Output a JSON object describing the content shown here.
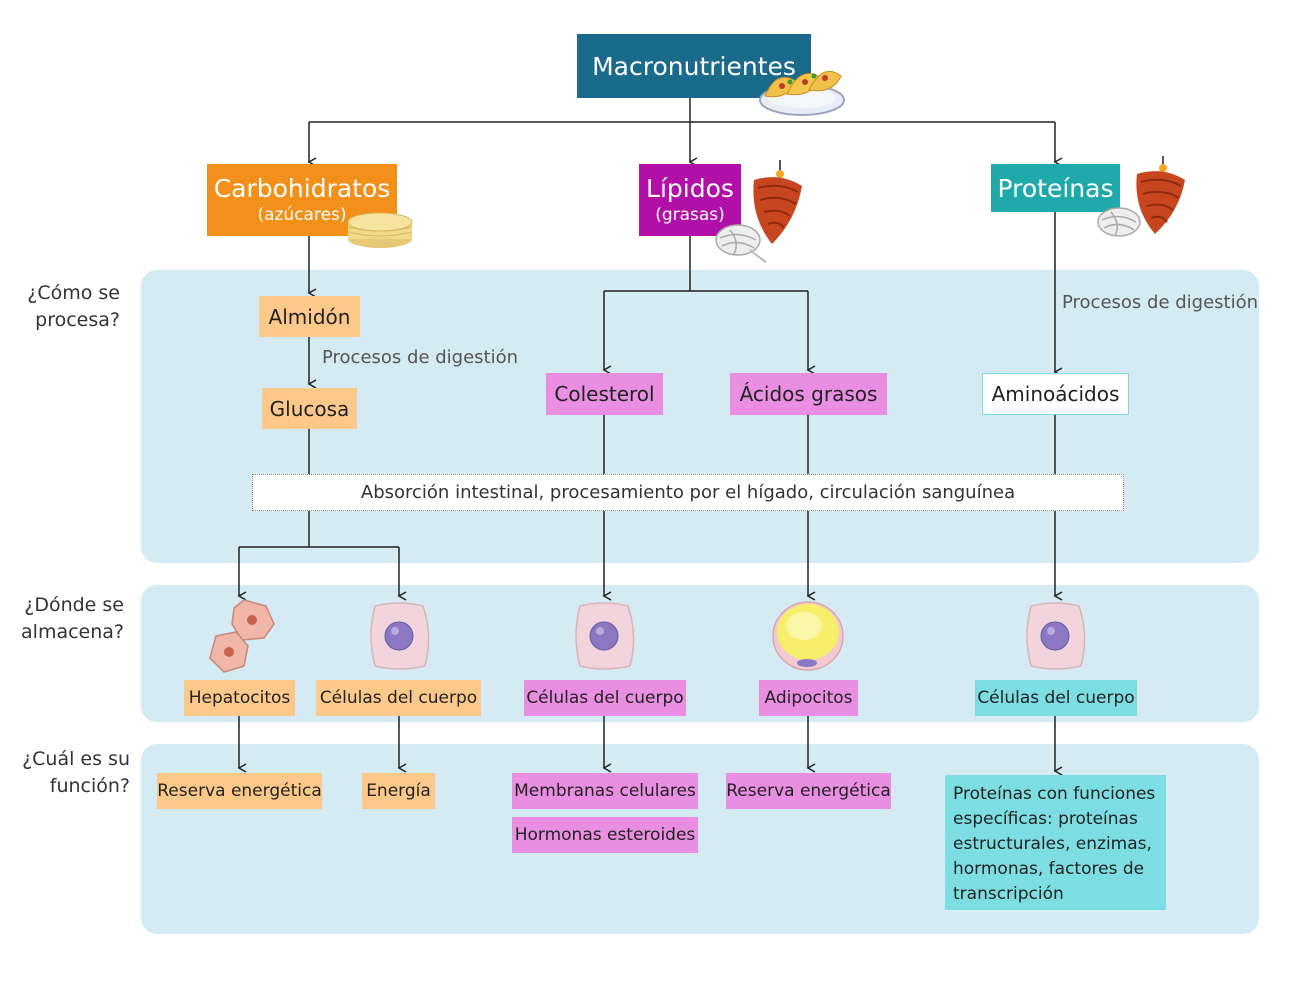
{
  "title": "Macronutrientes",
  "colors": {
    "title_bg": "#1a6a8c",
    "carb": "#f3901a",
    "lipid": "#b10fa8",
    "protein": "#1fa9ab",
    "orange_light": "#fcc98a",
    "pink_light": "#ea8ee2",
    "cyan_light": "#7cdde3",
    "band": "#d5ebf4"
  },
  "categories": [
    {
      "id": "carb",
      "label": "Carbohidratos",
      "sublabel": "(azúcares)",
      "icon": "tortillas-icon"
    },
    {
      "id": "lipid",
      "label": "Lípidos",
      "sublabel": "(grasas)",
      "icon": "meat-and-onion-icon"
    },
    {
      "id": "protein",
      "label": "Proteínas",
      "sublabel": "",
      "icon": "meat-and-onion-icon"
    }
  ],
  "questions": {
    "process": "¿Cómo se procesa?",
    "store": "¿Dónde se almacena?",
    "function": "¿Cuál es su función?"
  },
  "process": {
    "almidon": "Almidón",
    "digestion_carb": "Procesos de digestión",
    "glucosa": "Glucosa",
    "colesterol": "Colesterol",
    "acidos": "Ácidos grasos",
    "digestion_prot": "Procesos de digestión",
    "aminoacidos": "Aminoácidos",
    "absorcion": "Absorción intestinal, procesamiento por el hígado, circulación sanguínea"
  },
  "storage": {
    "hepatocitos": "Hepatocitos",
    "celulas_carb": "Células del cuerpo",
    "celulas_lipid": "Células del cuerpo",
    "adipocitos": "Adipocitos",
    "celulas_prot": "Células del cuerpo"
  },
  "functions": {
    "reserva_carb": "Reserva energética",
    "energia": "Energía",
    "membranas": "Membranas celulares",
    "hormonas": "Hormonas esteroides",
    "reserva_lipid": "Reserva energética",
    "proteinas_fn": "Proteínas con funciones específicas: proteínas estructurales, enzimas, hormonas, factores de transcripción"
  }
}
